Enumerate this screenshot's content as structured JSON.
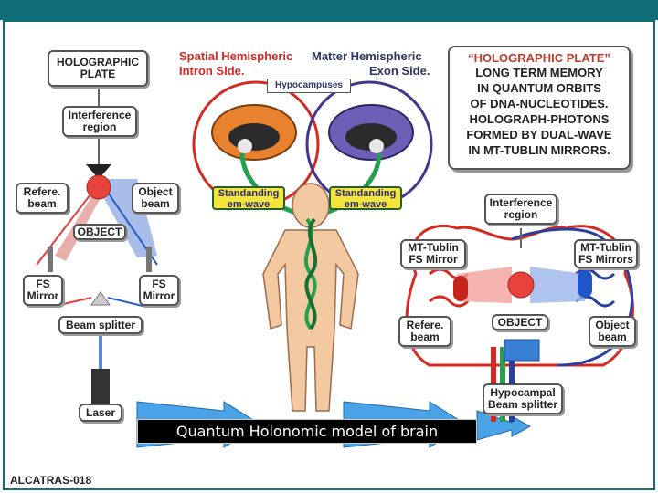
{
  "left_panel": {
    "holographic_plate": "HOLOGRAPHIC\nPLATE",
    "interference_region": "Interference\nregion",
    "reference_beam": "Refere.\nbeam",
    "object_beam": "Object\nbeam",
    "object": "OBJECT",
    "fs_mirror_left": "FS\nMirror",
    "fs_mirror_right": "FS\nMirror",
    "beam_splitter": "Beam splitter",
    "laser": "Laser"
  },
  "center": {
    "spatial_title": "Spatial Hemispheric",
    "spatial_sub": "Intron Side.",
    "matter_title": "Matter Hemispheric",
    "matter_sub": "Exon Side.",
    "hypocampuses": "Hypocampuses",
    "wave_left": "Standanding\nem-wave",
    "wave_right": "Standanding\nem-wave"
  },
  "info_box": {
    "title": "“HOLOGRAPHIC PLATE”",
    "body": "LONG TERM MEMORY\nIN QUANTUM ORBITS\nOF DNA-NUCLEOTIDES.\nHOLOGRAPH-PHOTONS\nFORMED BY DUAL-WAVE\nIN MT-TUBLIN MIRRORS."
  },
  "right_panel": {
    "interference_region": "Interference\nregion",
    "mt_mirror_left": "MT-Tublin\nFS Mirror",
    "mt_mirror_right": "MT-Tublin\nFS Mirrors",
    "reference_beam": "Refere.\nbeam",
    "object": "OBJECT",
    "object_beam": "Object\nbeam",
    "hippocampal_splitter": "Hypocampal\nBeam splitter"
  },
  "caption": "Quantum Holonomic model of brain",
  "code": "ALCATRAS-018",
  "colors": {
    "frame": "#0f6e78",
    "red_beam": "#e8726b",
    "blue_beam": "#3b6fd1",
    "arrow_blue": "#3a9be0"
  }
}
